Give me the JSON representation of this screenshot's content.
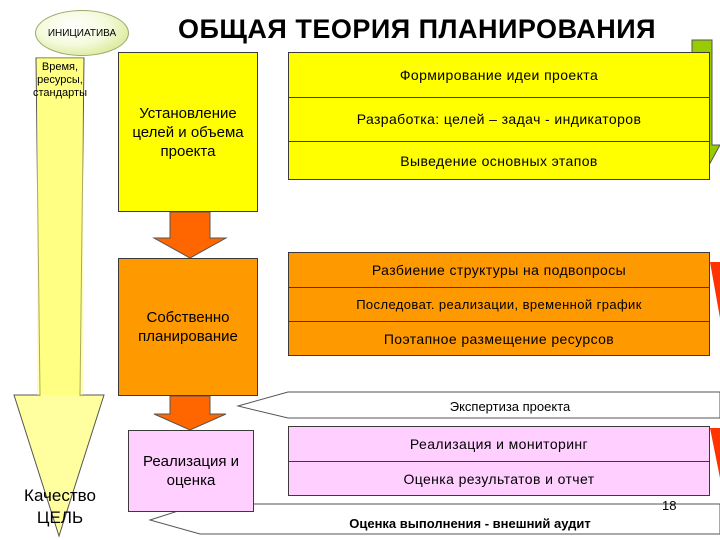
{
  "title": "ОБЩАЯ ТЕОРИЯ ПЛАНИРОВАНИЯ",
  "initiative": "ИНИЦИАТИВА",
  "left_arrow_label": "Время, ресурсы, стандарты",
  "goal_label_1": "Качество",
  "goal_label_2": "ЦЕЛЬ",
  "stages": {
    "stage1": "Установление целей и объема проекта",
    "stage2": "Собственно планирование",
    "stage3": "Реализация и оценка"
  },
  "group1": {
    "row1": "Формирование идеи проекта",
    "row2": "Разработка: целей – задач - индикаторов",
    "row3": "Выведение основных этапов"
  },
  "group2": {
    "row1": "Разбиение структуры на подвопросы",
    "row2": "Последоват. реализации, временной график",
    "row3": "Поэтапное размещение ресурсов"
  },
  "group3": {
    "row1": "Реализация и мониторинг",
    "row2": "Оценка результатов и отчет"
  },
  "feedback": {
    "expertise": "Экспертиза проекта",
    "audit": "Оценка выполнения - внешний аудит"
  },
  "page_number": "18",
  "colors": {
    "yellow": "#ffff00",
    "orange": "#ff9900",
    "orange_red": "#ff6600",
    "pink": "#ffd0ff",
    "green": "#99cc00"
  }
}
